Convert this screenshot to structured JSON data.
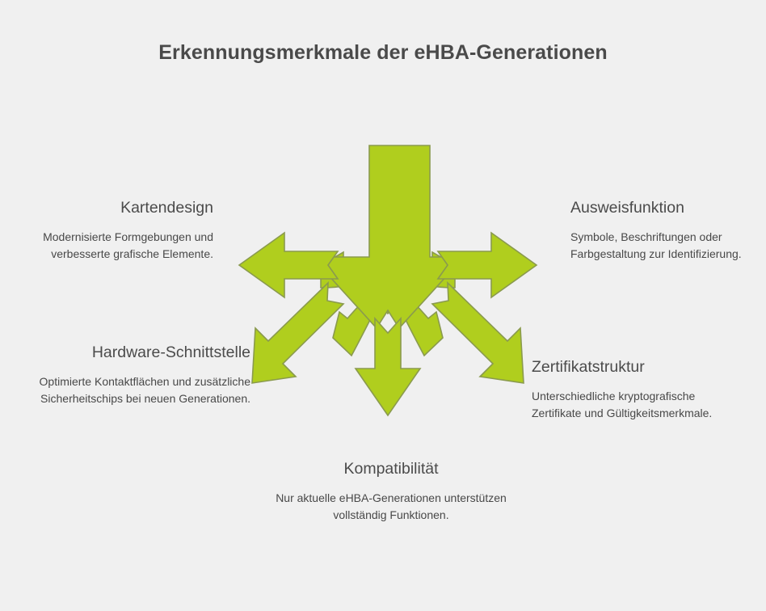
{
  "page": {
    "title": "Erkennungsmerkmale der eHBA-Generationen",
    "background_color": "#f0f0f0",
    "heading_color": "#4b4b4b",
    "body_color": "#484848",
    "accent_color": "#b0ce1e",
    "accent_outline_color": "#8a9a4e"
  },
  "diagram": {
    "type": "radiating-arrows",
    "center_icon_name": "large-down-arrow",
    "branch_count": 5,
    "branch_directions": [
      "left",
      "right",
      "down-left",
      "down-right",
      "down"
    ]
  },
  "blocks": [
    {
      "id": "kartendesign",
      "heading": "Kartendesign",
      "description": "Modernisierte Formgebungen und verbesserte grafische Elemente.",
      "align": "right",
      "direction": "left"
    },
    {
      "id": "ausweisfunktion",
      "heading": "Ausweisfunktion",
      "description": "Symbole, Beschriftungen oder Farbgestaltung zur Identifizierung.",
      "align": "left",
      "direction": "right"
    },
    {
      "id": "hardware",
      "heading": "Hardware-Schnittstelle",
      "description": "Optimierte Kontaktflächen und zusätzliche Sicherheitschips bei neuen Generationen.",
      "align": "right",
      "direction": "down-left"
    },
    {
      "id": "zertifikat",
      "heading": "Zertifikatstruktur",
      "description": "Unterschiedliche kryptografische Zertifikate und Gültigkeitsmerkmale.",
      "align": "left",
      "direction": "down-right"
    },
    {
      "id": "kompatibilitaet",
      "heading": "Kompatibilität",
      "description": "Nur aktuelle eHBA-Generationen unterstützen vollständig Funktionen.",
      "align": "center",
      "direction": "down"
    }
  ]
}
